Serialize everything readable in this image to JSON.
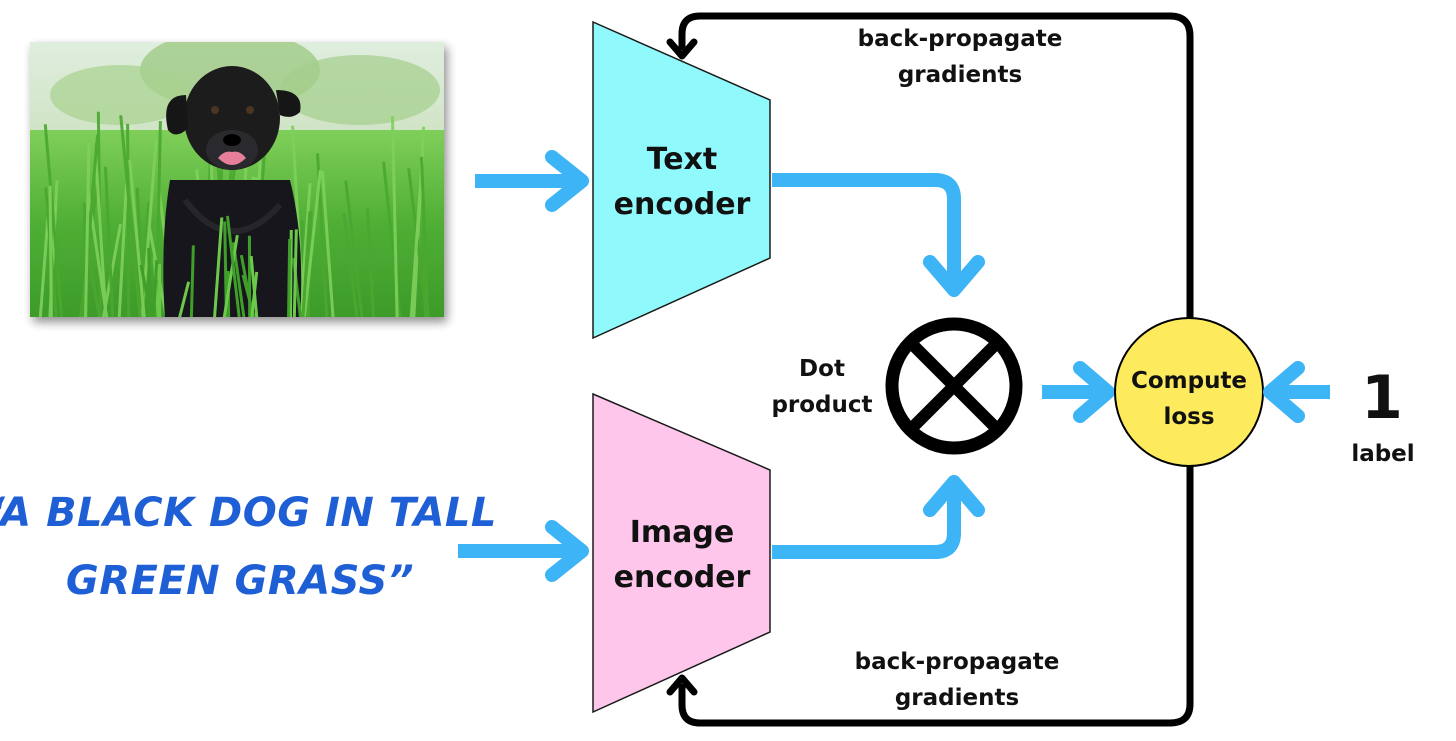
{
  "photo": {
    "subject": "black dog in tall green grass"
  },
  "text_encoder": {
    "line1": "Text",
    "line2": "encoder",
    "color": "#8ff9fb"
  },
  "image_encoder": {
    "line1": "Image",
    "line2": "encoder",
    "color": "#fdc6ea"
  },
  "dot_product": {
    "line1": "Dot",
    "line2": "product",
    "icon": "circle-times-icon"
  },
  "loss": {
    "line1": "Compute",
    "line2": "loss",
    "color": "#fdeb5d"
  },
  "label": {
    "value": "1",
    "caption": "label"
  },
  "caption_text": {
    "line1": "“A BLACK DOG IN TALL",
    "line2": "GREEN GRASS”",
    "color": "#1f5fd6"
  },
  "backprop_top": {
    "line1": "back-propagate",
    "line2": "gradients"
  },
  "backprop_bottom": {
    "line1": "back-propagate",
    "line2": "gradients"
  },
  "colors": {
    "arrow": "#3cb4f5",
    "feedback": "#000000"
  }
}
